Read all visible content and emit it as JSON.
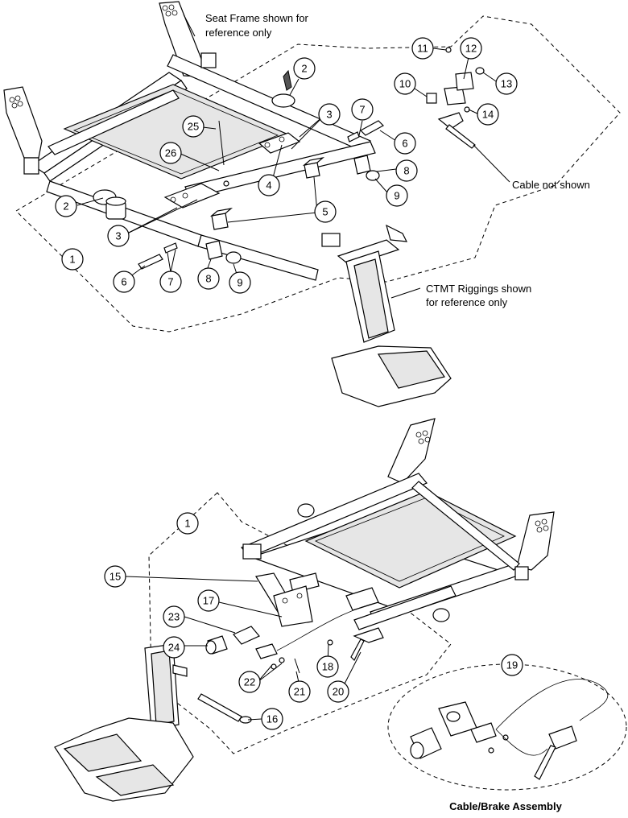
{
  "notes": {
    "seat_frame": [
      "Seat Frame shown for",
      "reference only"
    ],
    "cable_not_shown": "Cable not shown",
    "ctmt": [
      "CTMT Riggings shown",
      "for reference only"
    ],
    "caption": "Cable/Brake Assembly"
  },
  "callouts": {
    "c1a": "1",
    "c2a": "2",
    "c2b": "2",
    "c3a": "3",
    "c3b": "3",
    "c4": "4",
    "c5": "5",
    "c6a": "6",
    "c6b": "6",
    "c7a": "7",
    "c7b": "7",
    "c8a": "8",
    "c8b": "8",
    "c9a": "9",
    "c9b": "9",
    "c10": "10",
    "c11": "11",
    "c12": "12",
    "c13": "13",
    "c14": "14",
    "c25": "25",
    "c26": "26",
    "c1b": "1",
    "c15": "15",
    "c16": "16",
    "c17": "17",
    "c18": "18",
    "c19": "19",
    "c20": "20",
    "c21": "21",
    "c22": "22",
    "c23": "23",
    "c24": "24"
  }
}
